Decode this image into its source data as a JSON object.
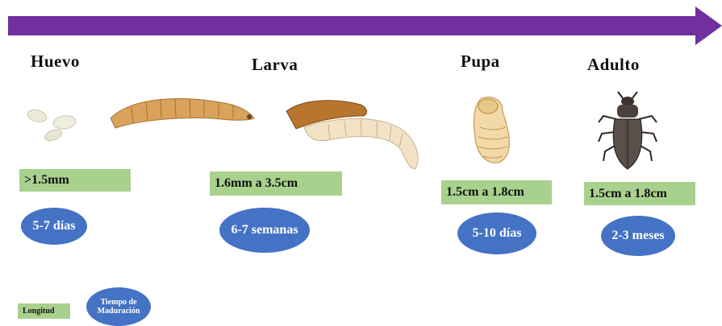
{
  "colors": {
    "arrow": "#7030a0",
    "size_box": "#a9d18e",
    "time_ellipse": "#4472c4"
  },
  "stages": [
    {
      "title": "Huevo",
      "size": ">1.5mm",
      "time": "5-7 días"
    },
    {
      "title": "Larva",
      "size": "1.6mm a 3.5cm",
      "time": "6-7 semanas"
    },
    {
      "title": "Pupa",
      "size": "1.5cm a 1.8cm",
      "time": "5-10 días"
    },
    {
      "title": "Adulto",
      "size": "1.5cm a 1.8cm",
      "time": "2-3 meses"
    }
  ],
  "legend": {
    "size_label": "Longitud",
    "time_label": "Tiempo de Maduración"
  }
}
